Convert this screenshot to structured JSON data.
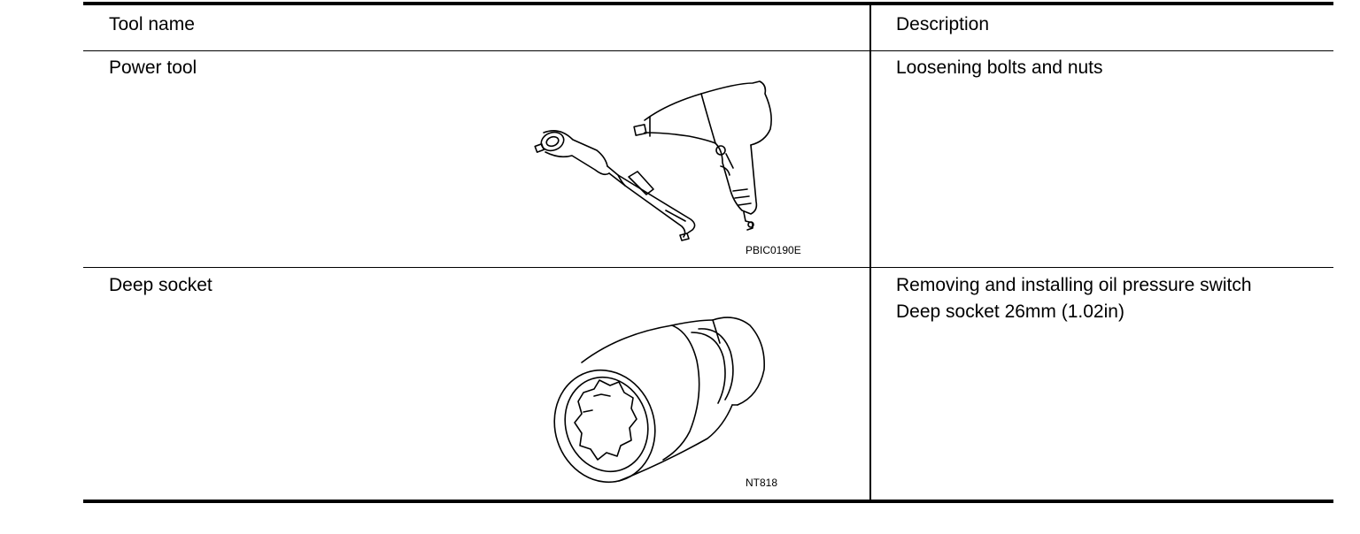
{
  "table": {
    "headers": {
      "tool_name": "Tool name",
      "description": "Description"
    },
    "rows": [
      {
        "tool_name": "Power tool",
        "description_lines": [
          "Loosening bolts and nuts"
        ],
        "figure_code": "PBIC0190E",
        "illustration_icon": "power-tool-icon"
      },
      {
        "tool_name": "Deep socket",
        "description_lines": [
          "Removing and installing oil pressure switch",
          "Deep socket 26mm (1.02in)"
        ],
        "figure_code": "NT818",
        "illustration_icon": "deep-socket-icon"
      }
    ]
  }
}
